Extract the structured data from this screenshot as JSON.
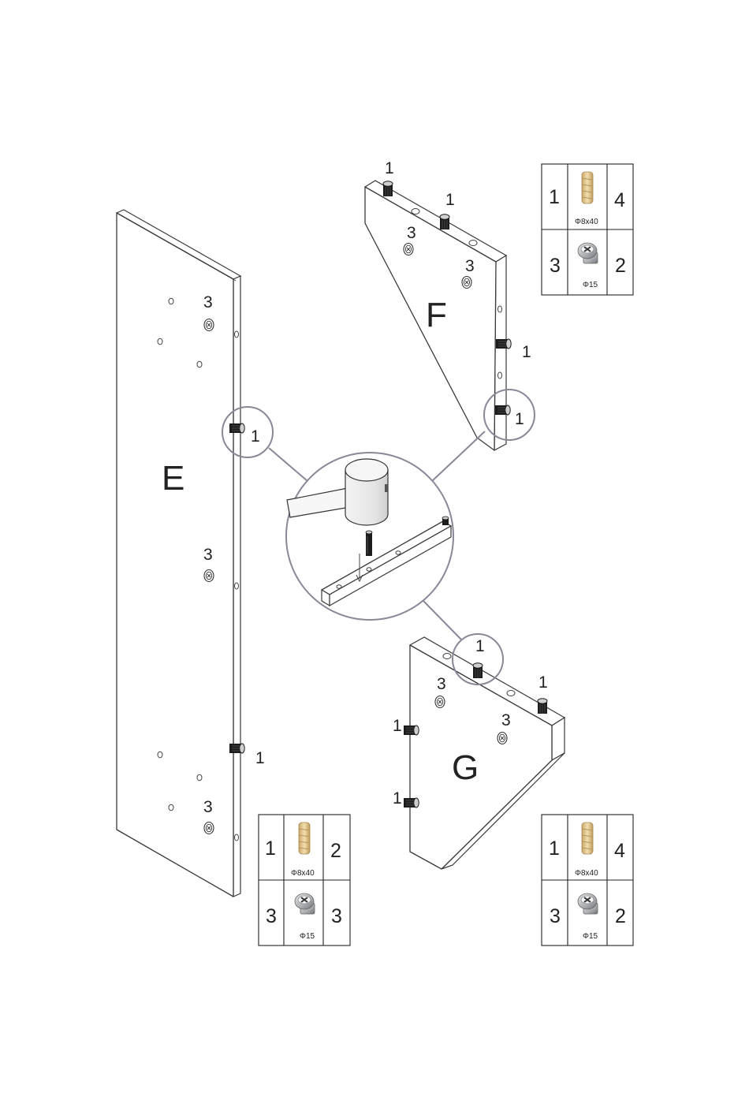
{
  "panels": {
    "e": {
      "letter": "E"
    },
    "f": {
      "letter": "F"
    },
    "g": {
      "letter": "G"
    }
  },
  "callouts": {
    "e_cam_1": "3",
    "e_dowel": "1",
    "e_cam_2": "3",
    "e_dowel_2": "1",
    "e_cam_3": "3",
    "f_dowel_1": "1",
    "f_dowel_2": "1",
    "f_cam_1": "3",
    "f_cam_2": "3",
    "f_dowel_3": "1",
    "f_dowel_4": "1",
    "g_dowel_1": "1",
    "g_dowel_2": "1",
    "g_cam_1": "3",
    "g_cam_2": "3",
    "g_dowel_3": "1",
    "g_dowel_4": "1"
  },
  "hardware_tables": [
    {
      "id": "f_table",
      "dowel_ref": "1",
      "dowel_qty": "4",
      "dowel_spec": "Φ8x40",
      "cam_ref": "3",
      "cam_qty": "2",
      "cam_spec": "Φ15"
    },
    {
      "id": "e_table",
      "dowel_ref": "1",
      "dowel_qty": "2",
      "dowel_spec": "Φ8x40",
      "cam_ref": "3",
      "cam_qty": "3",
      "cam_spec": "Φ15"
    },
    {
      "id": "g_table",
      "dowel_ref": "1",
      "dowel_qty": "4",
      "dowel_spec": "Φ8x40",
      "cam_ref": "3",
      "cam_qty": "2",
      "cam_spec": "Φ15"
    }
  ],
  "colors": {
    "ring": "#8a8798",
    "dowel_wood": "#e3c98e",
    "cam_metal": "#a9acb0"
  }
}
